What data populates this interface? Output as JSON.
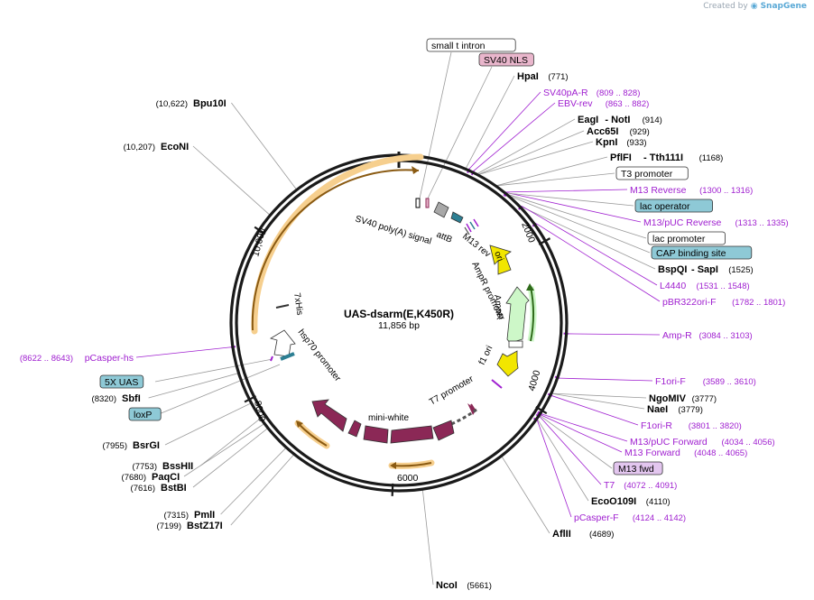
{
  "credit": {
    "prefix": "Created by",
    "brand": "SnapGene"
  },
  "plasmid": {
    "name": "UAS-dsarm(E,K450R)",
    "length": "11,856 bp"
  },
  "ticks": [
    "2000",
    "4000",
    "6000",
    "8000",
    "10,000"
  ],
  "boxed_labels": [
    {
      "text": "small t intron",
      "fill": "#ffffff"
    },
    {
      "text": "SV40 NLS",
      "fill": "#e9b6cc"
    },
    {
      "text": "T3 promoter",
      "fill": "#ffffff"
    },
    {
      "text": "lac operator",
      "fill": "#8ec9d6"
    },
    {
      "text": "lac promoter",
      "fill": "#ffffff"
    },
    {
      "text": "CAP binding site",
      "fill": "#8ec9d6"
    },
    {
      "text": "M13 fwd",
      "fill": "#e3c6ef"
    },
    {
      "text": "5X UAS",
      "fill": "#8ec9d6"
    },
    {
      "text": "loxP",
      "fill": "#8ec9d6"
    }
  ],
  "enzymes_right": [
    {
      "name": "HpaI",
      "pos": "(771)"
    },
    {
      "name": "EagI",
      "pos2name": "NotI",
      "pos": "(914)"
    },
    {
      "name": "Acc65I",
      "pos": "(929)"
    },
    {
      "name": "KpnI",
      "pos": "(933)"
    },
    {
      "name": "PflFI",
      "pos2name": "Tth111I",
      "pos": "(1168)"
    },
    {
      "name": "BspQI",
      "pos2name": "SapI",
      "pos": "(1525)"
    },
    {
      "name": "NgoMIV",
      "pos": "(3777)"
    },
    {
      "name": "NaeI",
      "pos": "(3779)"
    },
    {
      "name": "EcoO109I",
      "pos": "(4110)"
    },
    {
      "name": "AflII",
      "pos": "(4689)"
    },
    {
      "name": "NcoI",
      "pos": "(5661)"
    }
  ],
  "enzymes_left": [
    {
      "name": "Bpu10I",
      "pos": "(10,622)"
    },
    {
      "name": "EcoNI",
      "pos": "(10,207)"
    },
    {
      "name": "SbfI",
      "pos": "(8320)"
    },
    {
      "name": "BsrGI",
      "pos": "(7955)"
    },
    {
      "name": "BssHII",
      "pos": "(7753)"
    },
    {
      "name": "PaqCI",
      "pos": "(7680)"
    },
    {
      "name": "BstBI",
      "pos": "(7616)"
    },
    {
      "name": "PmlI",
      "pos": "(7315)"
    },
    {
      "name": "BstZ17I",
      "pos": "(7199)"
    }
  ],
  "primers": [
    {
      "name": "SV40pA-R",
      "pos": "(809 .. 828)"
    },
    {
      "name": "EBV-rev",
      "pos": "(863 .. 882)"
    },
    {
      "name": "M13 Reverse",
      "pos": "(1300 .. 1316)"
    },
    {
      "name": "M13/pUC Reverse",
      "pos": "(1313 .. 1335)"
    },
    {
      "name": "L4440",
      "pos": "(1531 .. 1548)"
    },
    {
      "name": "pBR322ori-F",
      "pos": "(1782 .. 1801)"
    },
    {
      "name": "Amp-R",
      "pos": "(3084 .. 3103)"
    },
    {
      "name": "F1ori-F",
      "pos": "(3589 .. 3610)"
    },
    {
      "name": "F1ori-R",
      "pos": "(3801 .. 3820)"
    },
    {
      "name": "M13/pUC Forward",
      "pos": "(4034 .. 4056)"
    },
    {
      "name": "M13 Forward",
      "pos": "(4048 .. 4065)"
    },
    {
      "name": "T7",
      "pos": "(4072 .. 4091)"
    },
    {
      "name": "pCasper-F",
      "pos": "(4124 .. 4142)"
    },
    {
      "name": "pCasper-hs",
      "pos": "(8622 .. 8643)"
    }
  ],
  "features": {
    "sv40_polya": "SV40 poly(A) signal",
    "attb": "attB",
    "m13rev": "M13 rev",
    "ori": "ori",
    "ampr_promoter": "AmpR promoter",
    "ampr": "AmpR",
    "f1ori": "f1 ori",
    "t7promoter": "T7 promoter",
    "miniwhite": "mini-white",
    "hsp70": "hsp70 promoter",
    "his": "7xHis"
  },
  "colors": {
    "backbone": "#1a1a1a",
    "enzyme_line": "#9a9a9a",
    "primer": "#a020d0",
    "miniwhite": "#8b2856",
    "ori": "#f2e600",
    "ampr": "#cdf7c8",
    "orange_arc": "#f0a030",
    "teal": "#2d7f93",
    "grey": "#a8a8a8"
  }
}
